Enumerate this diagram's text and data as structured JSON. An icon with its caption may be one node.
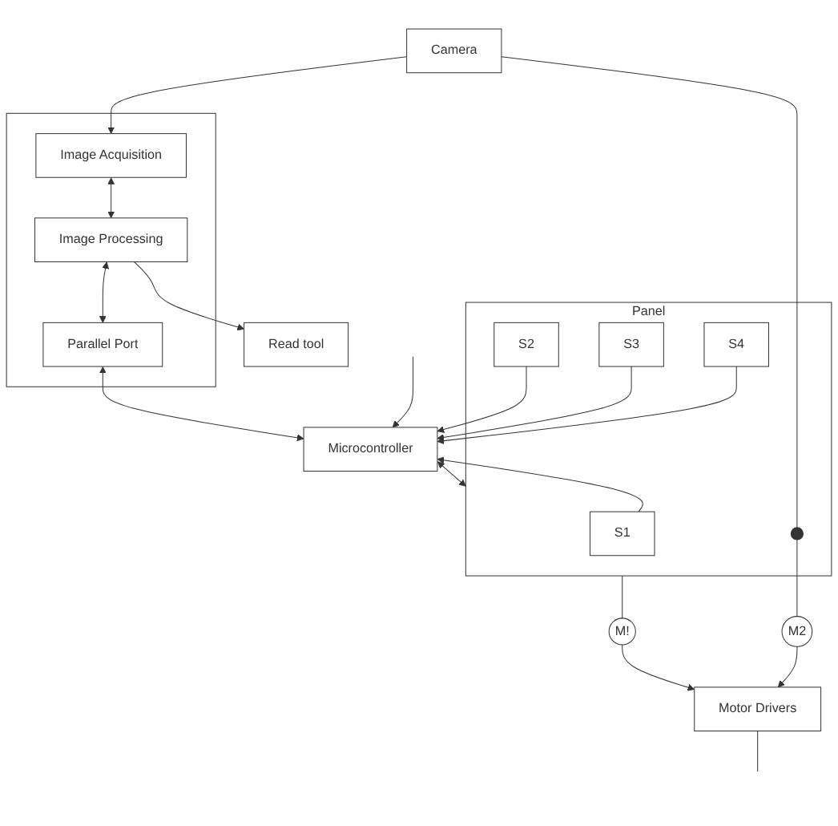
{
  "diagram": {
    "nodes": [
      {
        "text": [],
        "shape": "box"
      },
      {
        "text": [
          "Camera"
        ]
      },
      {
        "text": [
          "Image Acquisition"
        ],
        "in": 0
      },
      {
        "text": [
          "Read tool"
        ]
      },
      {
        "text": [
          "Image Processing"
        ],
        "in": 0
      },
      {
        "text": [
          "Parallel Port"
        ],
        "in": 0
      },
      {
        "text": [
          "Microcontroller"
        ]
      },
      {
        "text": [
          "Panel"
        ]
      },
      {
        "text": [
          "S1"
        ],
        "in": 7
      },
      {
        "text": [
          "S2"
        ],
        "in": 7
      },
      {
        "text": [],
        "shape": "circle",
        "in": 7
      },
      {
        "text": [
          "S3"
        ],
        "in": 7
      },
      {
        "text": [
          "S4"
        ],
        "in": 7
      },
      {
        "text": [
          "M!"
        ]
      },
      {
        "text": [
          "M2"
        ]
      },
      {
        "text": [
          "Motor Drivers"
        ]
      }
    ],
    "edges": [
      {
        "from": 1,
        "to": 2,
        "arrow": "to"
      },
      {
        "from": 2,
        "to": 4,
        "arrow": "both"
      },
      {
        "from": 4,
        "to": 3,
        "arrow": "to"
      },
      {
        "from": 4,
        "to": 5,
        "arrow": "both"
      },
      {
        "from": 5,
        "to": 6,
        "arrow": "both"
      },
      {
        "from": 6,
        "to": 7,
        "arrow": "both"
      },
      {
        "from": 1,
        "to": 10,
        "arrow": "none"
      },
      {
        "from": 8,
        "to": 6,
        "arrow": "to"
      },
      {
        "from": 9,
        "to": 6,
        "arrow": "to"
      },
      {
        "from": 11,
        "to": 6,
        "arrow": "to"
      },
      {
        "from": 12,
        "to": 6,
        "arrow": "to"
      },
      {
        "from": null,
        "to": 6,
        "arrow": "to"
      },
      {
        "from": 7,
        "to": 13,
        "arrow": "none"
      },
      {
        "from": 10,
        "to": 14,
        "arrow": "none"
      },
      {
        "from": 13,
        "to": 15,
        "arrow": "to"
      },
      {
        "from": 14,
        "to": 15,
        "arrow": "to"
      },
      {
        "from": 15,
        "to": null,
        "arrow": "none"
      }
    ]
  }
}
